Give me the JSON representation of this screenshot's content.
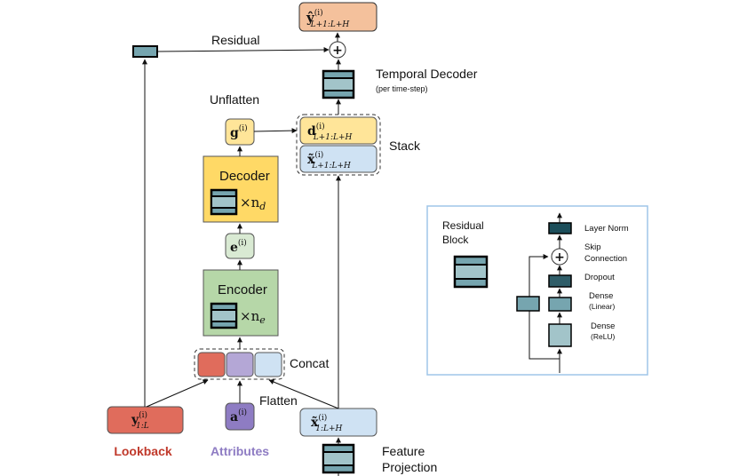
{
  "labels": {
    "residual": "Residual",
    "temporal_decoder": "Temporal Decoder",
    "temporal_decoder_sub": "(per time-step)",
    "unflatten": "Unflatten",
    "stack": "Stack",
    "decoder": "Decoder",
    "decoder_mult": "×n",
    "decoder_sub": "d",
    "encoder": "Encoder",
    "encoder_mult": "×n",
    "encoder_sub": "e",
    "concat": "Concat",
    "flatten": "Flatten",
    "lookback": "Lookback",
    "attributes": "Attributes",
    "feature_projection_1": "Feature",
    "feature_projection_2": "Projection"
  },
  "math": {
    "y_hat": "ŷ",
    "y_hat_sup": "(i)",
    "y_hat_sub": "L+1:L+H",
    "g": "g",
    "g_sup": "(i)",
    "d": "d",
    "d_sup": "(i)",
    "d_sub": "L+1:L+H",
    "x_tilde_top": "x̃",
    "x_tilde_top_sup": "(i)",
    "x_tilde_top_sub": "L+1:L+H",
    "e": "e",
    "e_sup": "(i)",
    "y_look": "y",
    "y_look_sup": "(i)",
    "y_look_sub": "1:L",
    "a": "a",
    "a_sup": "(i)",
    "x_tilde_bottom": "x̃",
    "x_tilde_bottom_sup": "(i)",
    "x_tilde_bottom_sub": "1:L+H"
  },
  "legend": {
    "title_1": "Residual",
    "title_2": "Block",
    "layer_norm": "Layer Norm",
    "skip_1": "Skip",
    "skip_2": "Connection",
    "dropout": "Dropout",
    "dense_linear_1": "Dense",
    "dense_linear_2": "(Linear)",
    "dense_relu_1": "Dense",
    "dense_relu_2": "(ReLU)"
  },
  "colors": {
    "output_orange": "#f4c19c",
    "yellow": "#ffd966",
    "yellow_light": "#ffe599",
    "blue_light": "#cfe2f3",
    "green": "#b6d7a8",
    "green_light": "#d9ead3",
    "red": "#e06c5c",
    "purple": "#b4a7d6",
    "teal": "#76a5af",
    "teal_dark": "#2f5d68",
    "lookback_text": "#c0392b",
    "attributes_text": "#8e7cc3",
    "legend_border": "#9fc5e8"
  }
}
